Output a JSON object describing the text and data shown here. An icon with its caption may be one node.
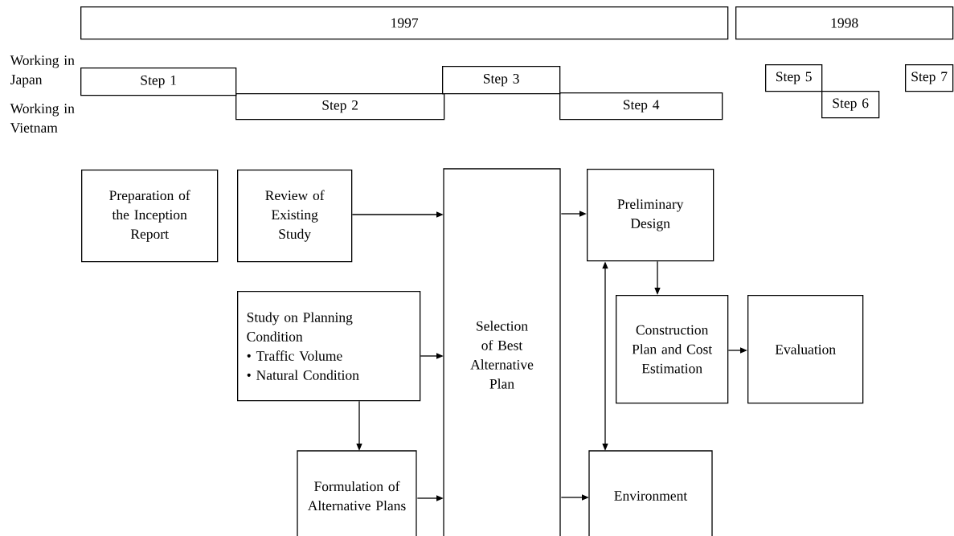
{
  "diagram": {
    "nodes": [
      {
        "text": [
          "1997"
        ]
      },
      {
        "text": [
          "1998"
        ]
      },
      {
        "text": [
          "Step 1"
        ]
      },
      {
        "text": [
          "Step 2"
        ]
      },
      {
        "text": [
          "Step 3"
        ]
      },
      {
        "text": [
          "Step 4"
        ]
      },
      {
        "text": [
          "Step 5"
        ]
      },
      {
        "text": [
          "Step 6"
        ]
      },
      {
        "text": [
          "Step 7"
        ]
      },
      {
        "text": [
          "Preparation of the Inception Report"
        ]
      },
      {
        "text": [
          "Review of Existing Study"
        ]
      },
      {
        "text": [
          "Study on Planning Condition",
          "• Traffic Volume",
          "• Natural Condition"
        ]
      },
      {
        "text": [
          "Formulation of Alternative Plans"
        ]
      },
      {
        "text": [
          "Selection of Best Alternative Plan"
        ]
      },
      {
        "text": [
          "Preliminary Design"
        ]
      },
      {
        "text": [
          "Construction Plan and Cost Estimation"
        ]
      },
      {
        "text": [
          "Evaluation"
        ]
      },
      {
        "text": [
          "Environment"
        ]
      }
    ],
    "edges": [
      {
        "from": 10,
        "to": 13,
        "arrow": "to"
      },
      {
        "from": 11,
        "to": 13,
        "arrow": "to"
      },
      {
        "from": 11,
        "to": 12,
        "arrow": "to"
      },
      {
        "from": 12,
        "to": 13,
        "arrow": "to"
      },
      {
        "from": 13,
        "to": 14,
        "arrow": "to"
      },
      {
        "from": 13,
        "to": 17,
        "arrow": "to"
      },
      {
        "from": 14,
        "to": 15,
        "arrow": "to"
      },
      {
        "from": 15,
        "to": 16,
        "arrow": "to"
      },
      {
        "from": 14,
        "to": 17,
        "arrow": "both"
      }
    ],
    "labels": [
      "Working in Japan",
      "Working in Vietnam"
    ]
  }
}
